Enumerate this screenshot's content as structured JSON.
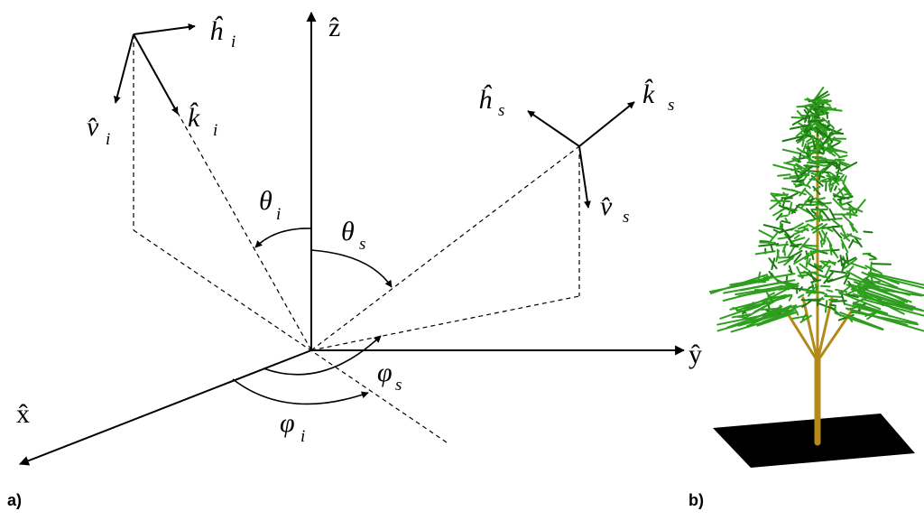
{
  "panels": {
    "a": "a)",
    "b": "b)"
  },
  "axes": {
    "z": "ẑ",
    "y": "ŷ",
    "x": "x̂"
  },
  "incident": {
    "h": "ĥ",
    "h_sub": "i",
    "v": "v̂",
    "v_sub": "i",
    "k": "k̂",
    "k_sub": "i"
  },
  "scattered": {
    "h": "ĥ",
    "h_sub": "s",
    "v": "v̂",
    "v_sub": "s",
    "k": "k̂",
    "k_sub": "s"
  },
  "angles": {
    "theta": "θ",
    "theta_i_sub": "i",
    "theta_s_sub": "s",
    "phi": "φ",
    "phi_i_sub": "i",
    "phi_s_sub": "s"
  },
  "colors": {
    "foliage": "#2f9e1f",
    "foliage_dark": "#1d7a12",
    "trunk": "#b38a1a",
    "ground": "#000000",
    "ink": "#000000"
  },
  "icons": {
    "tree": "tree-icon",
    "ground": "ground-plane"
  }
}
